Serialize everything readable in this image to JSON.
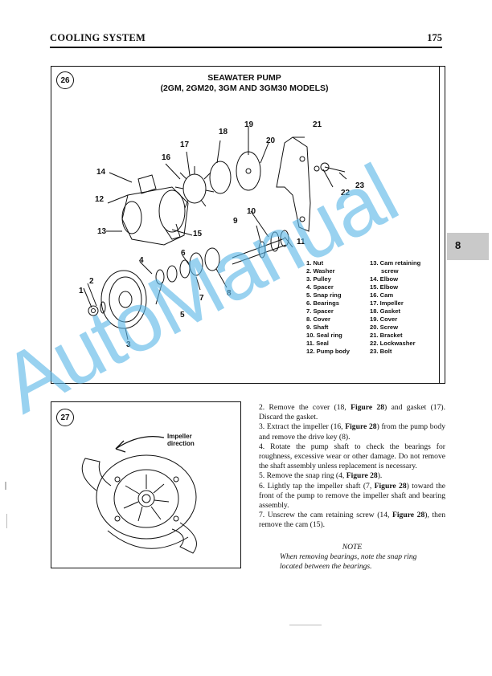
{
  "header": {
    "title": "COOLING SYSTEM",
    "page_number": "175"
  },
  "tab": {
    "label": "8"
  },
  "figure26": {
    "number": "26",
    "title_line1": "SEAWATER PUMP",
    "title_line2": "(2GM, 2GM20, 3GM AND 3GM30 MODELS)",
    "callouts": [
      "1",
      "2",
      "3",
      "4",
      "5",
      "6",
      "7",
      "8",
      "9",
      "10",
      "11",
      "12",
      "13",
      "14",
      "15",
      "16",
      "17",
      "18",
      "19",
      "20",
      "21",
      "22",
      "23"
    ],
    "parts_col1": [
      "1. Nut",
      "2. Washer",
      "3. Pulley",
      "4. Spacer",
      "5. Snap ring",
      "6. Bearings",
      "7. Spacer",
      "8. Cover",
      "9. Shaft",
      "10. Seal ring",
      "11. Seal",
      "12. Pump body"
    ],
    "parts_col2": [
      "13. Cam retaining",
      "screw",
      "14. Elbow",
      "15. Elbow",
      "16. Cam",
      "17. Impeller",
      "18. Gasket",
      "19. Cover",
      "20. Screw",
      "21. Bracket",
      "22. Lockwasher",
      "23. Bolt"
    ]
  },
  "figure27": {
    "number": "27",
    "label_line1": "Impeller",
    "label_line2": "direction"
  },
  "steps": [
    {
      "text_a": "2. Remove the cover (18, ",
      "bold": "Figure 28",
      "text_b": ") and gasket (17). Discard the gasket."
    },
    {
      "text_a": "3. Extract the impeller (16, ",
      "bold": "Figure 28",
      "text_b": ") from the pump body and remove the drive key (8)."
    },
    {
      "text_a": "4. Rotate the pump shaft to check the bearings for roughness, excessive wear or other damage. Do not remove the shaft assembly unless replacement is necessary.",
      "bold": "",
      "text_b": ""
    },
    {
      "text_a": "5. Remove the snap ring (4, ",
      "bold": "Figure 28",
      "text_b": ")."
    },
    {
      "text_a": "6. Lightly tap the impeller shaft (7, ",
      "bold": "Figure 28",
      "text_b": ") toward the front of the pump to remove the impeller shaft and bearing assembly."
    },
    {
      "text_a": "7. Unscrew the cam retaining screw (14, ",
      "bold": "Figure 28",
      "text_b": "), then remove the cam (15)."
    }
  ],
  "note": {
    "heading": "NOTE",
    "text": "When removing bearings, note the snap ring located between the bearings."
  },
  "watermark": {
    "text": "AutoManual",
    "color": "#5cb8e8"
  }
}
